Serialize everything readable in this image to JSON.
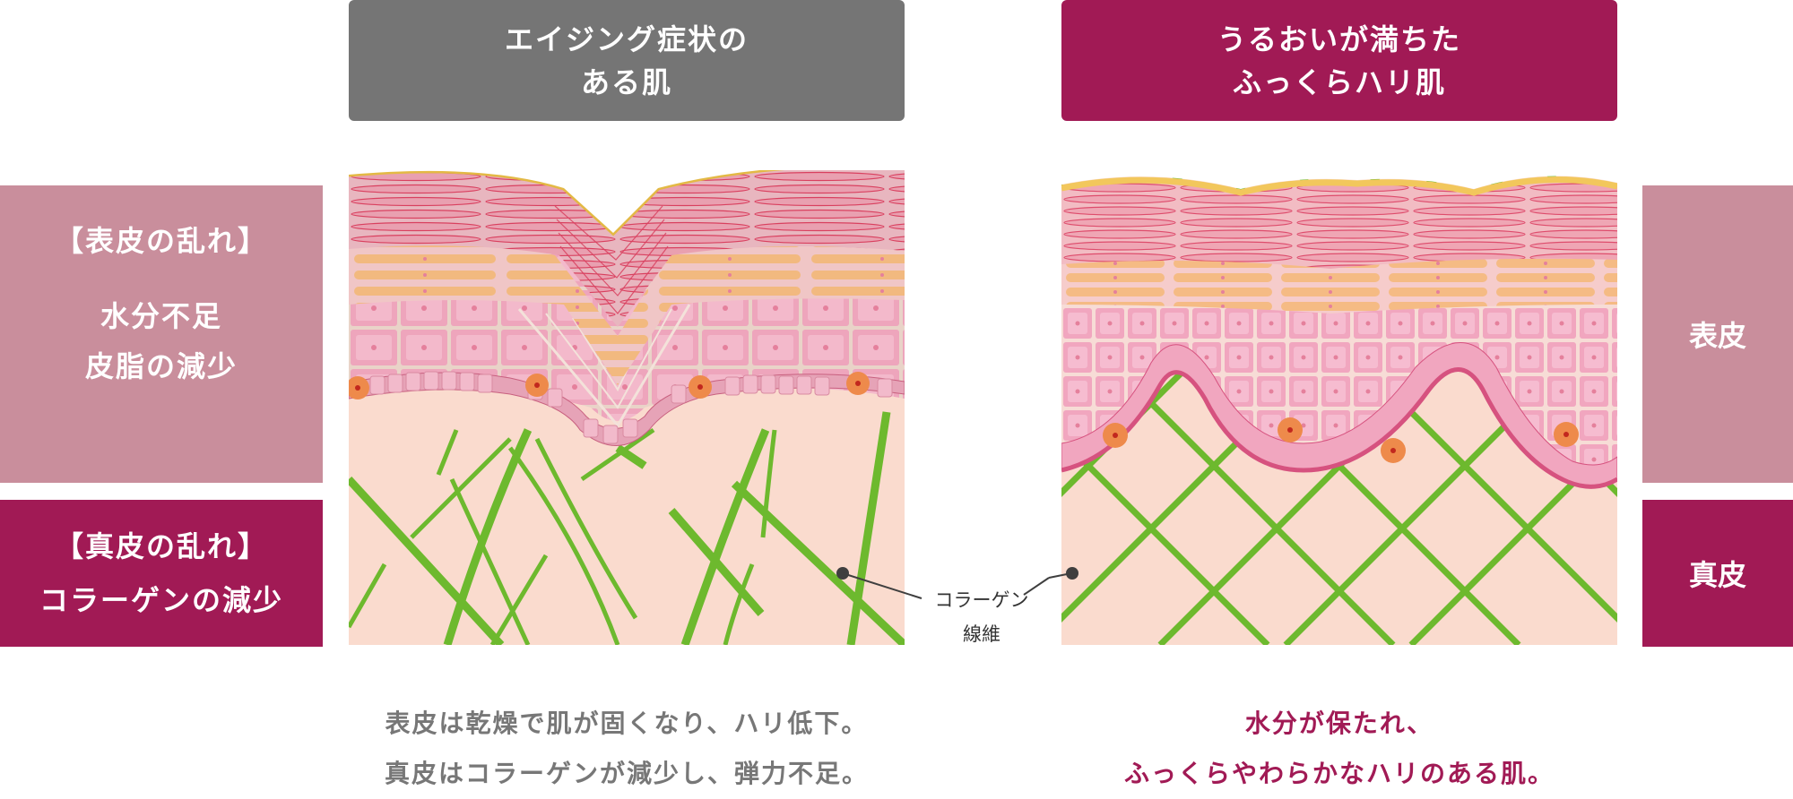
{
  "headers": {
    "aging": {
      "line1": "エイジング症状の",
      "line2": "ある肌",
      "color": "#757575"
    },
    "healthy": {
      "line1": "うるおいが満ちた",
      "line2": "ふっくらハリ肌",
      "color": "#A11A55"
    }
  },
  "left_labels": {
    "epidermis": {
      "title": "【表皮の乱れ】",
      "items": [
        "水分不足",
        "皮脂の減少"
      ],
      "color": "#C98E9C"
    },
    "dermis": {
      "title": "【真皮の乱れ】",
      "items": [
        "コラーゲンの減少"
      ],
      "color": "#A11A55"
    }
  },
  "right_labels": {
    "epidermis": {
      "label": "表皮",
      "color": "#C98E9C"
    },
    "dermis": {
      "label": "真皮",
      "color": "#A11A55"
    }
  },
  "callout": {
    "line1": "コラーゲン",
    "line2": "線維"
  },
  "captions": {
    "aging": {
      "line1": "表皮は乾燥で肌が固くなり、ハリ低下。",
      "line2": "真皮はコラーゲンが減少し、弾力不足。",
      "color": "#777777"
    },
    "healthy": {
      "line1": "水分が保たれ、",
      "line2": "ふっくらやわらかなハリのある肌。",
      "color": "#A11A55"
    }
  },
  "illustration_colors": {
    "surface": "#E9C25A",
    "stratum_corneum": "#E7A4B2",
    "granular": "#F2B97F",
    "spinous": "#F2AFC3",
    "basal_membrane": "#D6527F",
    "dermis": "#FADBCE",
    "collagen": "#6DB92E",
    "melanocyte": "#EE8A4B"
  }
}
